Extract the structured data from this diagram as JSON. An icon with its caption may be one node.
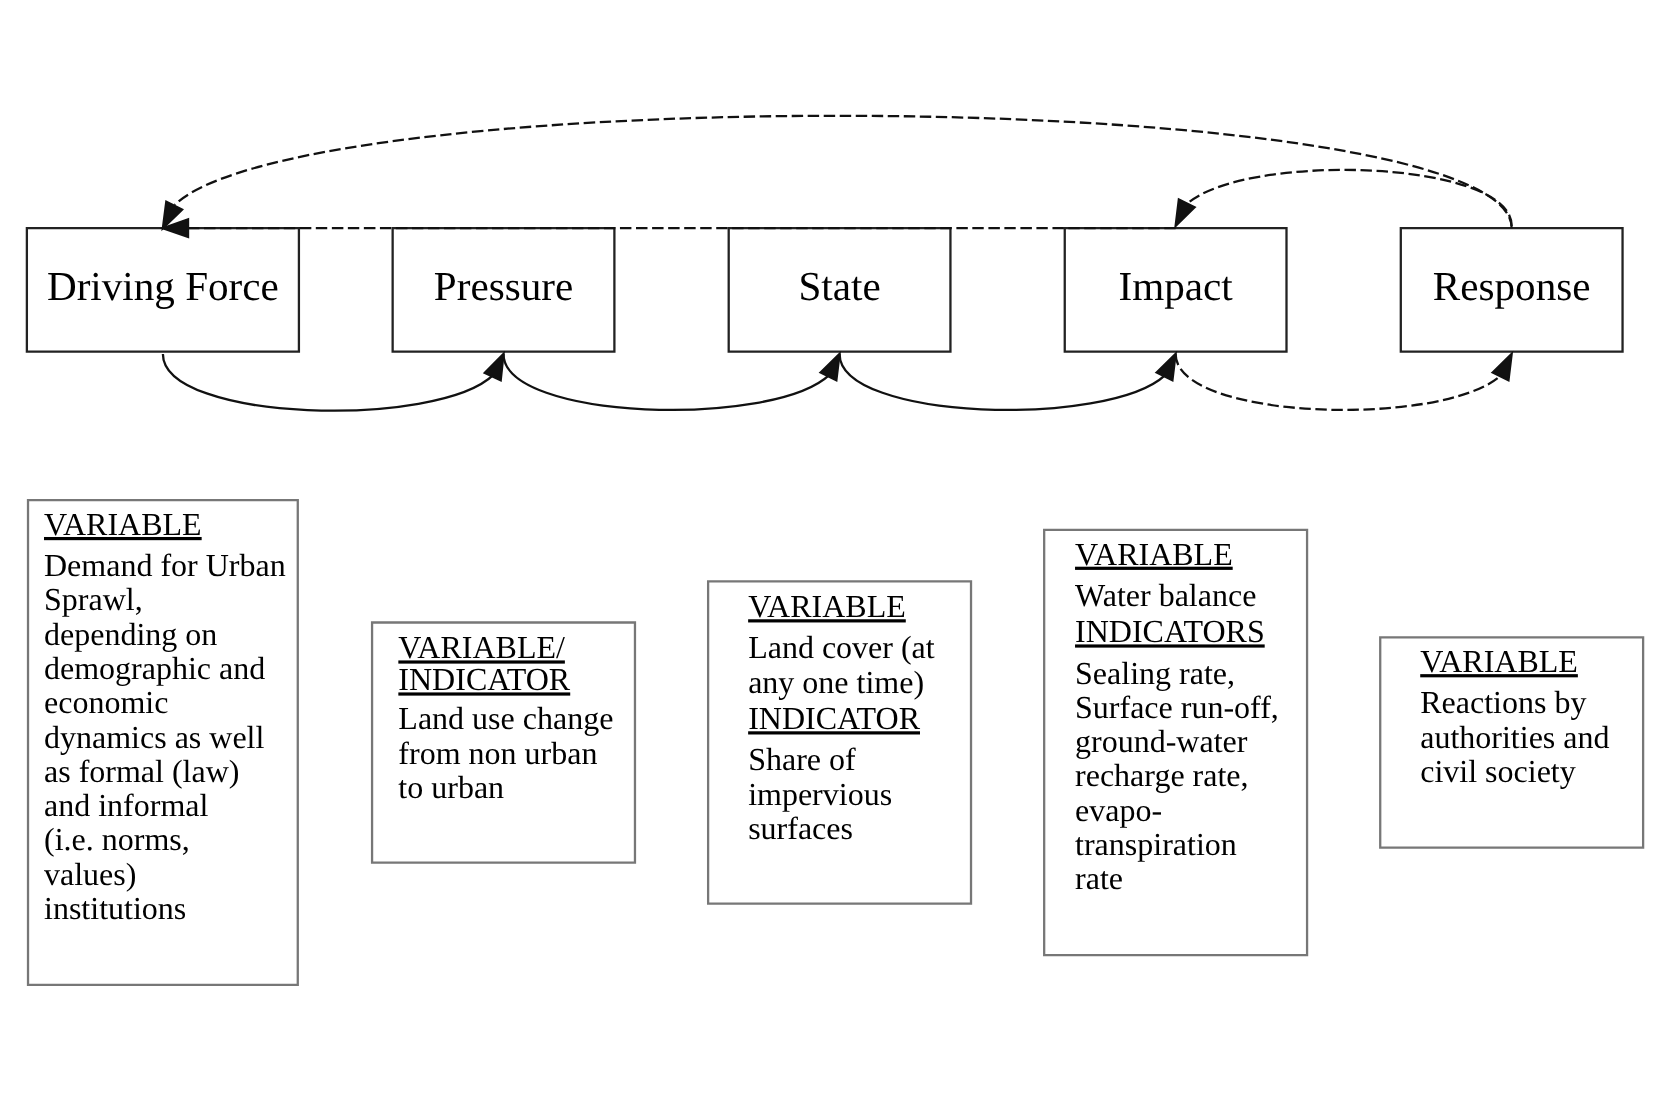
{
  "diagram": {
    "nodes": [
      {
        "text": [
          "Driving Force"
        ]
      },
      {
        "text": [
          "Pressure"
        ]
      },
      {
        "text": [
          "State"
        ]
      },
      {
        "text": [
          "Impact"
        ]
      },
      {
        "text": [
          "Response"
        ]
      },
      {
        "text": [
          "VARIABLE",
          "Demand for Urban Sprawl, depending on demographic and economic dynamics as well as formal (law) and informal (i.e. norms, values) institutions"
        ]
      },
      {
        "text": [
          "VARIABLE/ INDICATOR",
          "Land use change from non urban to urban"
        ]
      },
      {
        "text": [
          "VARIABLE",
          "Land cover (at any one time)",
          "INDICATOR",
          "Share of impervious surfaces"
        ]
      },
      {
        "text": [
          "VARIABLE",
          "Water balance",
          "INDICATORS",
          "Sealing rate, Surface run-off, ground-water recharge rate, evapo-transpiration rate"
        ]
      },
      {
        "text": [
          "VARIABLE",
          "Reactions by authorities and civil society"
        ]
      }
    ],
    "edges": [
      {
        "from": 0,
        "to": 1,
        "arrow": "to"
      },
      {
        "from": 1,
        "to": 2,
        "arrow": "to"
      },
      {
        "from": 2,
        "to": 3,
        "arrow": "to"
      },
      {
        "from": 3,
        "to": 4,
        "arrow": "to",
        "style": "dashed"
      },
      {
        "from": 4,
        "to": 3,
        "arrow": "to",
        "style": "dashed"
      },
      {
        "from": 3,
        "to": 0,
        "arrow": "to",
        "style": "dashed"
      },
      {
        "from": 4,
        "to": 0,
        "arrow": "to",
        "style": "dashed"
      }
    ]
  }
}
